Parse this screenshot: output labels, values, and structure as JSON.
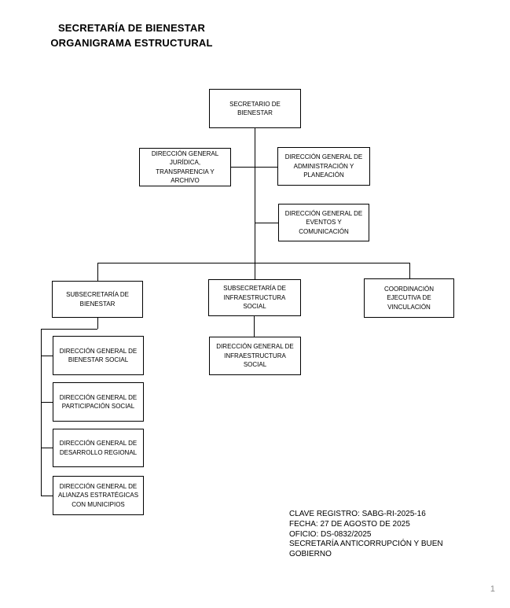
{
  "page": {
    "title": "SECRETARÍA DE BIENESTAR\nORGANIGRAMA ESTRUCTURAL",
    "page_number": "1"
  },
  "org": {
    "nodes": {
      "secretario": {
        "label": "SECRETARIO DE\nBIENESTAR"
      },
      "juridica": {
        "label": "DIRECCIÓN GENERAL\nJURÍDICA,\nTRANSPARENCIA Y\nARCHIVO"
      },
      "administracion": {
        "label": "DIRECCIÓN GENERAL DE\nADMINISTRACIÓN Y\nPLANEACIÓN"
      },
      "eventos": {
        "label": "DIRECCIÓN GENERAL DE\nEVENTOS Y\nCOMUNICACIÓN"
      },
      "sub_bienestar": {
        "label": "SUBSECRETARÍA DE\nBIENESTAR"
      },
      "sub_infraestructura": {
        "label": "SUBSECRETARÍA DE\nINFRAESTRUCTURA\nSOCIAL"
      },
      "coordinacion": {
        "label": "COORDINACIÓN\nEJECUTIVA DE\nVINCULACIÓN"
      },
      "dg_bienestar": {
        "label": "DIRECCIÓN GENERAL DE\nBIENESTAR SOCIAL"
      },
      "dg_participacion": {
        "label": "DIRECCIÓN GENERAL DE\nPARTICIPACIÓN SOCIAL"
      },
      "dg_desarrollo": {
        "label": "DIRECCIÓN GENERAL DE\nDESARROLLO REGIONAL"
      },
      "dg_alianzas": {
        "label": "DIRECCIÓN GENERAL DE\nALIANZAS ESTRATÉGICAS\nCON MUNICIPIOS"
      },
      "dg_infraestructura": {
        "label": "DIRECCIÓN GENERAL DE\nINFRAESTRUCTURA\nSOCIAL"
      }
    }
  },
  "footer": {
    "registry": "CLAVE REGISTRO: SABG-RI-2025-16\nFECHA: 27 DE AGOSTO DE 2025\nOFICIO: DS-0832/2025\nSECRETARÍA ANTICORRUPCIÓN Y BUEN\nGOBIERNO"
  },
  "colors": {
    "line": "#000000",
    "text": "#000000",
    "background": "#ffffff",
    "page_number": "#8c8c8c"
  }
}
